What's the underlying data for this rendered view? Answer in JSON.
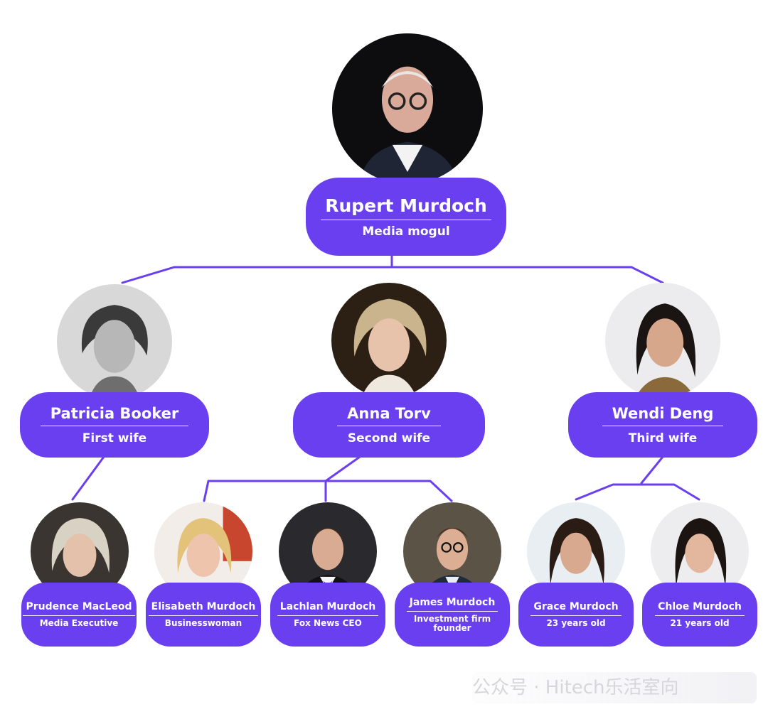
{
  "colors": {
    "card": "#6a3ff0",
    "connector": "#6a3ff0",
    "text": "#ffffff"
  },
  "people": {
    "rupert": {
      "name": "Rupert Murdoch",
      "role": "Media mogul"
    },
    "patricia": {
      "name": "Patricia Booker",
      "role": "First wife"
    },
    "anna": {
      "name": "Anna Torv",
      "role": "Second wife"
    },
    "wendi": {
      "name": "Wendi Deng",
      "role": "Third wife"
    },
    "prudence": {
      "name": "Prudence MacLeod",
      "role": "Media Executive"
    },
    "elisabeth": {
      "name": "Elisabeth Murdoch",
      "role": "Businesswoman"
    },
    "lachlan": {
      "name": "Lachlan Murdoch",
      "role": "Fox News CEO"
    },
    "james": {
      "name": "James Murdoch",
      "role": "Investment firm founder"
    },
    "grace": {
      "name": "Grace Murdoch",
      "role": "23 years old"
    },
    "chloe": {
      "name": "Chloe Murdoch",
      "role": "21 years old"
    }
  },
  "relations": [
    {
      "from": "rupert",
      "to": "patricia"
    },
    {
      "from": "rupert",
      "to": "anna"
    },
    {
      "from": "rupert",
      "to": "wendi"
    },
    {
      "from": "patricia",
      "to": "prudence"
    },
    {
      "from": "anna",
      "to": "elisabeth"
    },
    {
      "from": "anna",
      "to": "lachlan"
    },
    {
      "from": "anna",
      "to": "james"
    },
    {
      "from": "wendi",
      "to": "grace"
    },
    {
      "from": "wendi",
      "to": "chloe"
    }
  ],
  "watermark": "公众号 · Hitech乐活室向"
}
